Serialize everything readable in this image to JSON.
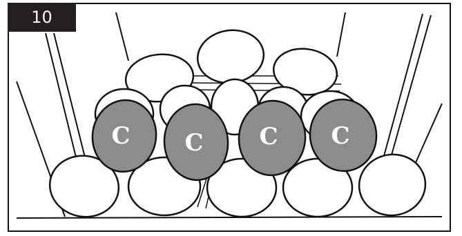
{
  "step_number": "10",
  "colors": {
    "outline": "#111111",
    "log_fill": "#ffffff",
    "highlight_fill": "#8c8c8c",
    "label_color": "#ffffff",
    "badge_bg": "#231f20"
  },
  "highlighted_rocks": [
    {
      "label": "C"
    },
    {
      "label": "C"
    },
    {
      "label": "C"
    },
    {
      "label": "C"
    }
  ]
}
